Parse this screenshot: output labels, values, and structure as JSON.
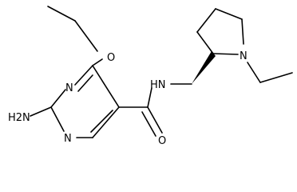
{
  "molecule": {
    "atoms": {
      "ring_n_top": "N",
      "ring_n_bottom": "N",
      "amine": "H2N",
      "ether_o": "O",
      "amide_nh": "HN",
      "carbonyl_o": "O",
      "pyrrolidine_n": "N"
    }
  },
  "colors": {
    "stroke": "#000000",
    "background": "#ffffff"
  }
}
